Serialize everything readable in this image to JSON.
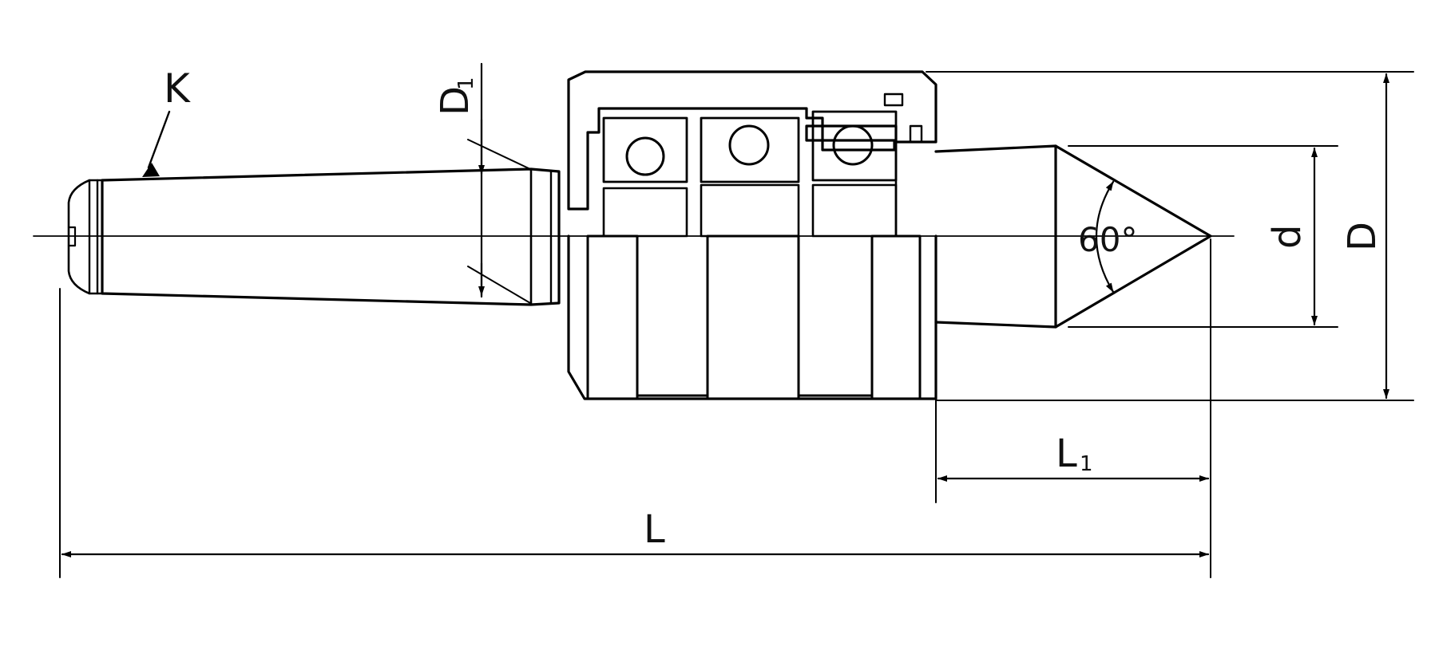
{
  "labels": {
    "k": "K",
    "d1_main": "D",
    "d1_sub": "1",
    "angle": "60°",
    "d_small": "d",
    "d_large": "D",
    "l1_main": "L",
    "l1_sub": "1",
    "l": "L"
  }
}
